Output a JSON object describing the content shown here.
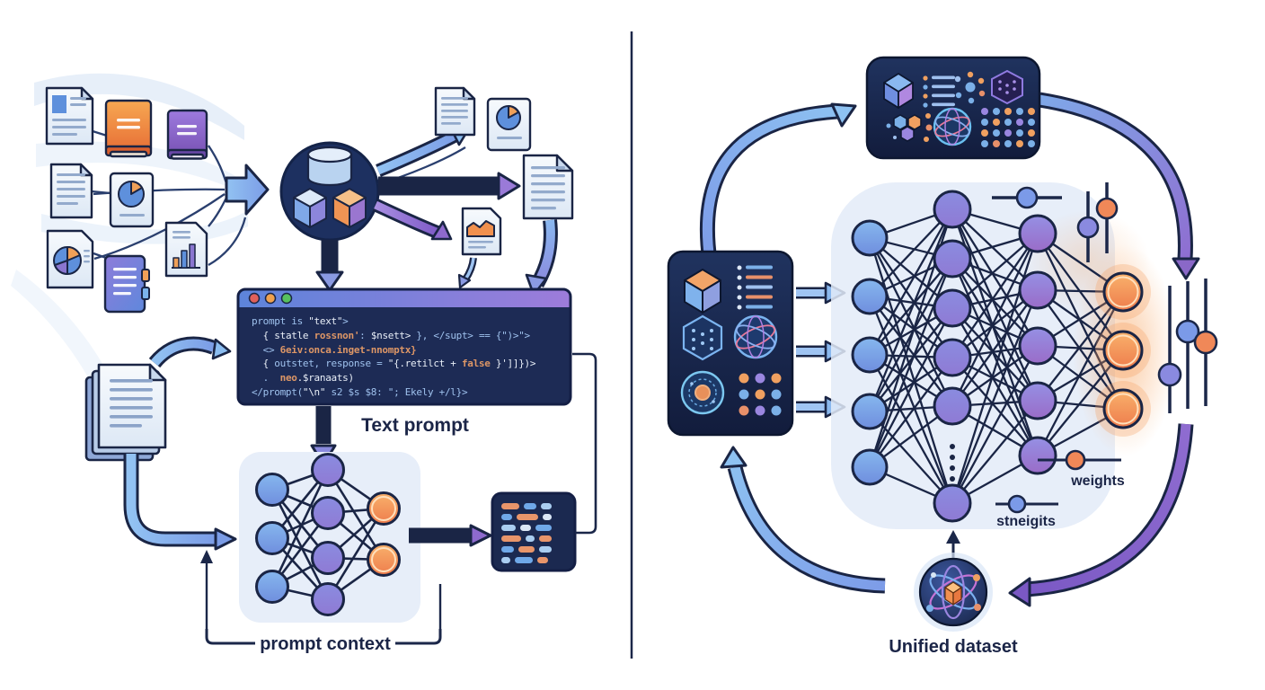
{
  "left_panel": {
    "source_documents": [
      "text-image-document",
      "orange-book",
      "purple-book",
      "text-document",
      "pie-chart-document",
      "pie-chart-report",
      "purple-notebook",
      "bar-chart-document"
    ],
    "hub_icon": "database-cubes-hub",
    "output_documents": [
      "text-document",
      "pie-chart-document",
      "large-text-document",
      "line-chart-document"
    ],
    "stacked_documents_icon": "document-stack",
    "code_window": {
      "traffic_lights": [
        "#e0605a",
        "#efa14e",
        "#57c05e"
      ],
      "lines": [
        [
          {
            "t": "prompt is ",
            "c": "b"
          },
          {
            "t": "\"text\"",
            "c": "w"
          },
          {
            "t": ">",
            "c": "b"
          }
        ],
        [
          {
            "t": "  { ",
            "c": "w"
          },
          {
            "t": "statle ",
            "c": "w"
          },
          {
            "t": "rossnon'",
            "c": "o"
          },
          {
            "t": ": ",
            "c": "b"
          },
          {
            "t": "$nsett>",
            "c": "w"
          },
          {
            "t": " }, </supt> == {\")>\">",
            "c": "b"
          }
        ],
        [
          {
            "t": "  <> ",
            "c": "b"
          },
          {
            "t": "6eiv:onca.inget-nnomptx}",
            "c": "o"
          }
        ],
        [
          {
            "t": "  { ",
            "c": "w"
          },
          {
            "t": "outstet, response = ",
            "c": "b"
          },
          {
            "t": "\"{.retilct + ",
            "c": "w"
          },
          {
            "t": "false",
            "c": "o"
          },
          {
            "t": " }']]})>",
            "c": "w"
          }
        ],
        [
          {
            "t": "  .  ",
            "c": "b"
          },
          {
            "t": "neo",
            "c": "o"
          },
          {
            "t": ".$ranaats)",
            "c": "w"
          }
        ],
        [
          {
            "t": "</prompt(",
            "c": "b"
          },
          {
            "t": "\"\\n\"",
            "c": "w"
          },
          {
            "t": " s2 $s $8: \"; Ekely +/l}>",
            "c": "b"
          }
        ]
      ]
    },
    "text_prompt_label": "Text prompt",
    "prompt_context_label": "prompt context",
    "output_code_card_icon": "code-output-card",
    "network": {
      "layers": [
        3,
        4,
        2
      ]
    }
  },
  "right_panel": {
    "top_dataset_box_icons": [
      "cube-3d",
      "bullet-list",
      "dot-cluster",
      "dotted-cube",
      "hexagon-cluster",
      "globe-network",
      "dot-matrix"
    ],
    "data_box_icons": [
      "cube-3d",
      "bullet-list",
      "dotted-cube",
      "globe-network",
      "cell-sphere",
      "dot-grid"
    ],
    "weights_label": "weights",
    "stneigits_label": "stneigits",
    "unified_dataset_label": "Unified dataset",
    "unified_dataset_icon": "atom-cube",
    "network": {
      "layers": [
        5,
        6,
        5,
        3
      ]
    }
  }
}
